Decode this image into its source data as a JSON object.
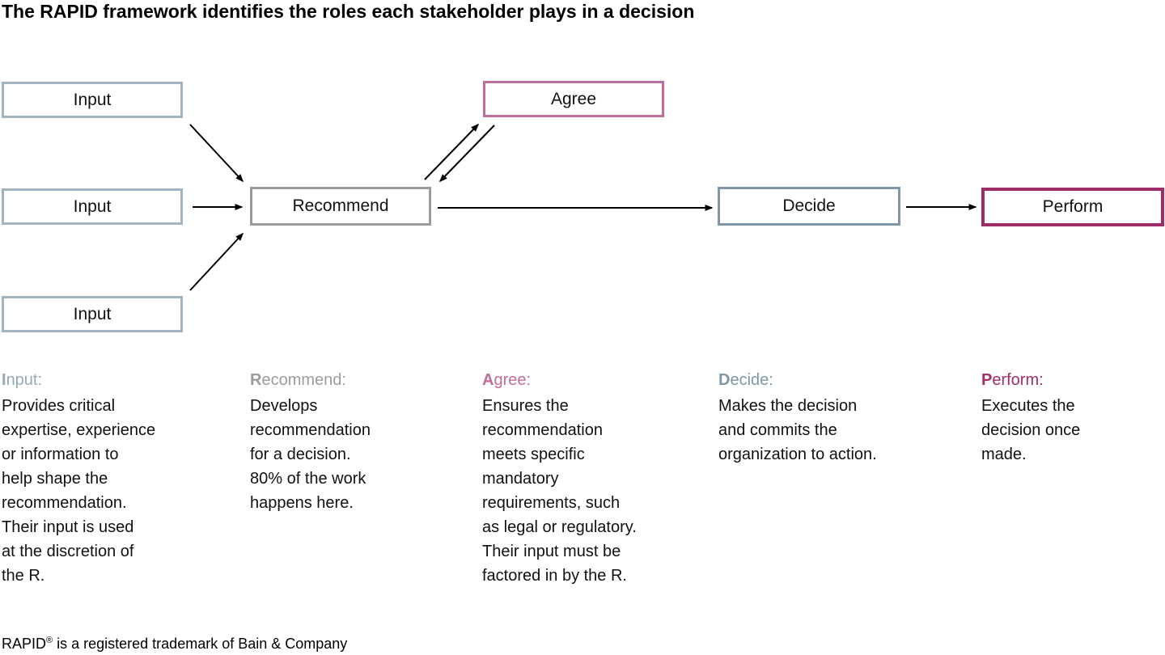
{
  "title": "The RAPID framework identifies the roles each stakeholder plays in a decision",
  "colors": {
    "input-border": "#a2b4c0",
    "recommend-border": "#9b9b9b",
    "agree-border": "#bf6d9b",
    "decide-border": "#7d97a8",
    "perform-border": "#a12d68",
    "input-header": "#93a9b8",
    "recommend-header": "#9c9c9c",
    "agree-header": "#c06d9c",
    "decide-header": "#7d97a8",
    "perform-header": "#a12d68",
    "arrow": "#000000"
  },
  "boxes": {
    "input1": {
      "label": "Input"
    },
    "input2": {
      "label": "Input"
    },
    "input3": {
      "label": "Input"
    },
    "recommend": {
      "label": "Recommend"
    },
    "agree": {
      "label": "Agree"
    },
    "decide": {
      "label": "Decide"
    },
    "perform": {
      "label": "Perform"
    }
  },
  "descriptions": {
    "input": {
      "lead": "I",
      "rest": "nput:",
      "body": "Provides critical\nexpertise, experience\nor information to\nhelp shape the\nrecommendation.\nTheir input is used\nat the discretion of\nthe R."
    },
    "recommend": {
      "lead": "R",
      "rest": "ecommend:",
      "body": "Develops\nrecommendation\nfor a decision.\n80% of the work\nhappens here."
    },
    "agree": {
      "lead": "A",
      "rest": "gree:",
      "body": "Ensures the\nrecommendation\nmeets specific\nmandatory\nrequirements, such\nas legal or regulatory.\nTheir input must be\nfactored in by the R."
    },
    "decide": {
      "lead": "D",
      "rest": "ecide:",
      "body": "Makes the decision\nand commits the\norganization to action."
    },
    "perform": {
      "lead": "P",
      "rest": "erform:",
      "body": "Executes the\ndecision once\nmade."
    }
  },
  "footer": {
    "name": "RAPID",
    "reg": "®",
    "rest": " is a registered trademark of Bain & Company"
  }
}
